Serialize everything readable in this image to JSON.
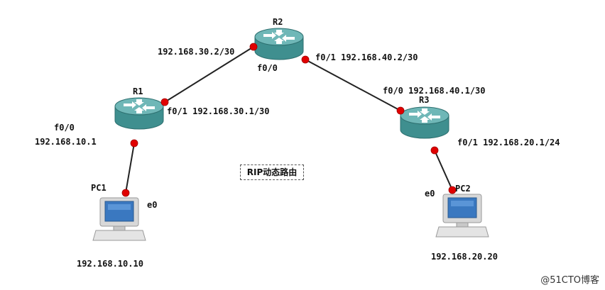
{
  "devices": {
    "r1": {
      "name": "R1"
    },
    "r2": {
      "name": "R2"
    },
    "r3": {
      "name": "R3"
    },
    "pc1": {
      "name": "PC1"
    },
    "pc2": {
      "name": "PC2"
    }
  },
  "labels": {
    "r2_f00_ip": "192.168.30.2/30",
    "r2_f00_if": "f0/0",
    "r2_f01": "f0/1 192.168.40.2/30",
    "r1_f01": "f0/1 192.168.30.1/30",
    "r1_f00_if": "f0/0",
    "r1_f00_ip": "192.168.10.1",
    "r3_f00": "f0/0 192.168.40.1/30",
    "r3_f01": "f0/1 192.168.20.1/24",
    "pc1_if": "e0",
    "pc1_ip": "192.168.10.10",
    "pc2_if": "e0",
    "pc2_ip": "192.168.20.20"
  },
  "note": "RIP动态路由",
  "watermark": "@51CTO博客",
  "colors": {
    "router_body": "#3f8f8f",
    "router_top": "#6fb7b7",
    "link": "#222222",
    "port": "#e00000"
  }
}
